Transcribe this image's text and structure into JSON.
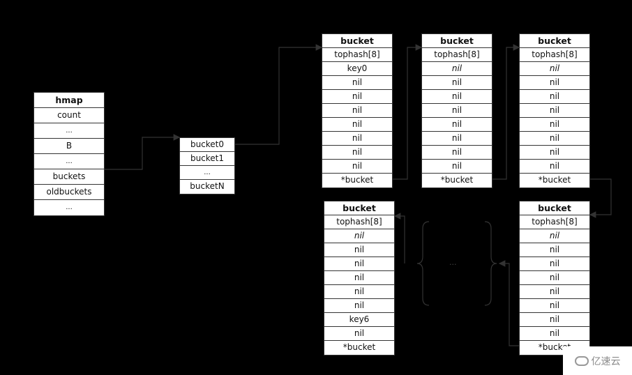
{
  "hmap": {
    "title": "hmap",
    "fields": [
      "count",
      "...",
      "B",
      "...",
      "buckets",
      "oldbuckets",
      "..."
    ]
  },
  "bucket_array": {
    "rows": [
      "bucket0",
      "bucket1",
      "...",
      "bucketN"
    ]
  },
  "bucket_1": {
    "title": "bucket",
    "rows": [
      "tophash[8]",
      "key0",
      "nil",
      "nil",
      "nil",
      "nil",
      "nil",
      "nil",
      "nil",
      "*bucket"
    ]
  },
  "bucket_2": {
    "title": "bucket",
    "rows": [
      "tophash[8]",
      "nil",
      "nil",
      "nil",
      "nil",
      "nil",
      "nil",
      "nil",
      "nil",
      "*bucket"
    ]
  },
  "bucket_3": {
    "title": "bucket",
    "rows": [
      "tophash[8]",
      "nil",
      "nil",
      "nil",
      "nil",
      "nil",
      "nil",
      "nil",
      "nil",
      "*bucket"
    ]
  },
  "bucket_4": {
    "title": "bucket",
    "rows": [
      "tophash[8]",
      "nil",
      "nil",
      "nil",
      "nil",
      "nil",
      "nil",
      "nil",
      "nil",
      "*bucket"
    ]
  },
  "bucket_5": {
    "title": "bucket",
    "rows": [
      "tophash[8]",
      "nil",
      "nil",
      "nil",
      "nil",
      "nil",
      "nil",
      "key6",
      "nil",
      "*bucket"
    ]
  },
  "ellipsis": "...",
  "watermark": {
    "text": "亿速云",
    "logo": "cloud-logo"
  },
  "colors": {
    "background": "#000000",
    "box": "#ffffff",
    "line": "#333333"
  }
}
